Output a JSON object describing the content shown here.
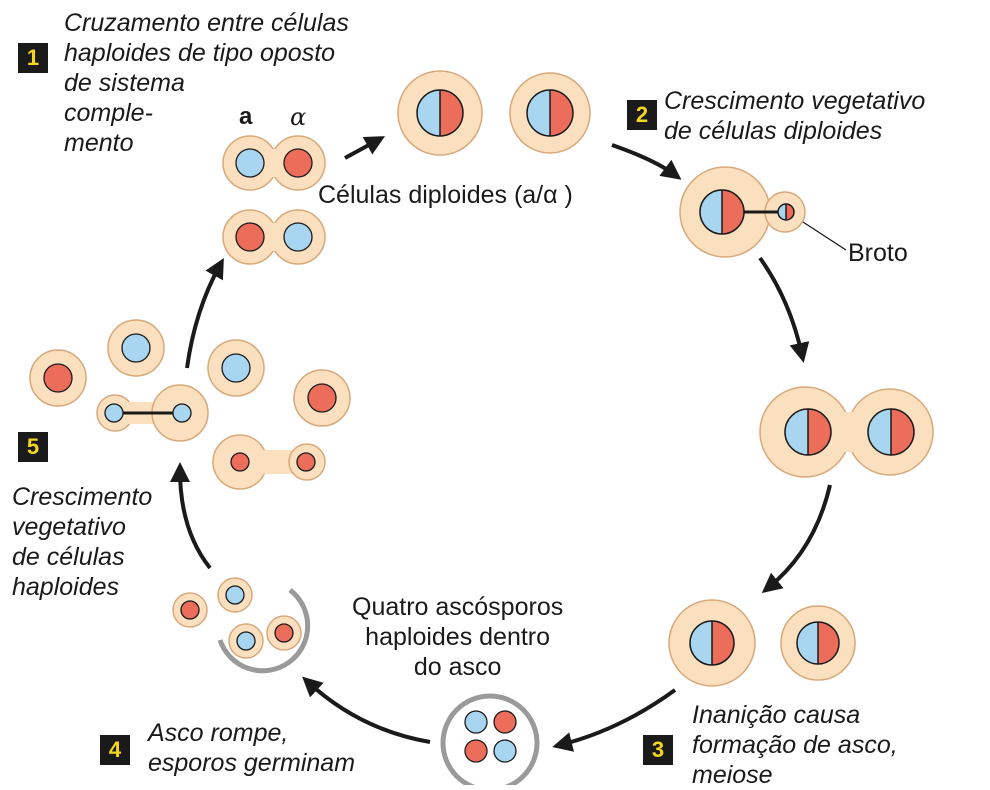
{
  "steps": [
    {
      "number": "1",
      "text": "Cruzamento entre células\nhaploides de tipo oposto\nde sistema\ncomple-\nmento"
    },
    {
      "number": "2",
      "text": "Crescimento vegetativo\nde células diploides"
    },
    {
      "number": "3",
      "text": "Inanição causa\nformação de asco,\nmeiose"
    },
    {
      "number": "4",
      "text": "Asco rompe,\nesporos germinam"
    },
    {
      "number": "5",
      "text": "Crescimento\nvegetativo\nde células\nhaploides"
    }
  ],
  "labels": {
    "mating_type_a": "a",
    "mating_type_alpha": "α",
    "diploid_cells": "Células diploides (a/α )",
    "bud": "Broto",
    "four_spores": "Quatro ascósporos\nhaploides dentro\ndo asco"
  },
  "colors": {
    "cell_fill": "#fbe0bf",
    "cell_stroke": "#d9a87a",
    "nucleus_a": "#a8d5ef",
    "nucleus_alpha": "#ec6d5a",
    "ascus_wall": "#9a9a9a",
    "badge_bg": "#1a1a1a",
    "badge_text": "#f4d51e",
    "arrow": "#1a1a1a"
  }
}
